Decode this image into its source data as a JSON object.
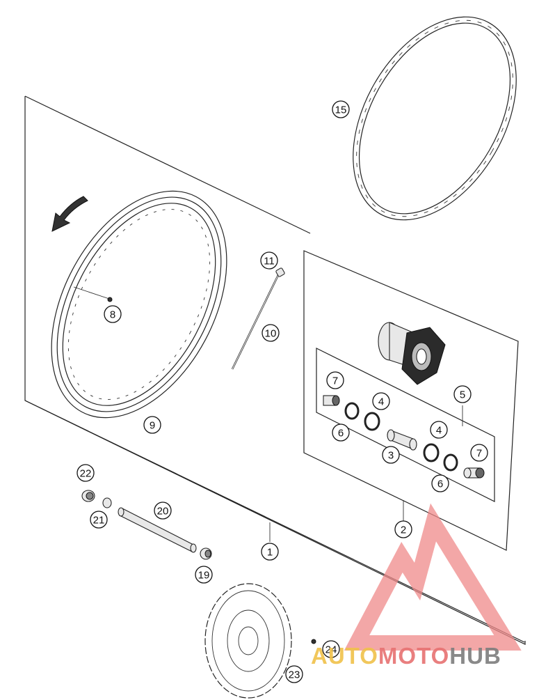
{
  "callouts": [
    {
      "id": "c1",
      "label": "1"
    },
    {
      "id": "c2",
      "label": "2"
    },
    {
      "id": "c3",
      "label": "3"
    },
    {
      "id": "c4a",
      "label": "4"
    },
    {
      "id": "c4b",
      "label": "4"
    },
    {
      "id": "c5",
      "label": "5"
    },
    {
      "id": "c6a",
      "label": "6"
    },
    {
      "id": "c6b",
      "label": "6"
    },
    {
      "id": "c7a",
      "label": "7"
    },
    {
      "id": "c7b",
      "label": "7"
    },
    {
      "id": "c8",
      "label": "8"
    },
    {
      "id": "c9",
      "label": "9"
    },
    {
      "id": "c10",
      "label": "10"
    },
    {
      "id": "c11",
      "label": "11"
    },
    {
      "id": "c15",
      "label": "15"
    },
    {
      "id": "c19",
      "label": "19"
    },
    {
      "id": "c20",
      "label": "20"
    },
    {
      "id": "c21",
      "label": "21"
    },
    {
      "id": "c22",
      "label": "22"
    },
    {
      "id": "c23",
      "label": "23"
    },
    {
      "id": "c24",
      "label": "24"
    }
  ],
  "watermark": {
    "part1": "AUTO",
    "part2": "MOTO",
    "part3": "HUB",
    "colors": {
      "auto": "#f0c24a",
      "moto": "#e77272",
      "hub": "#7d7d7d",
      "logo": "#ef8a8a"
    }
  }
}
